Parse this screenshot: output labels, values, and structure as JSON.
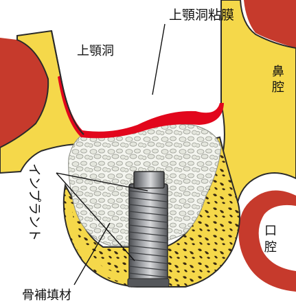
{
  "labels": {
    "maxillary_sinus_mucosa": "上顎洞粘膜",
    "maxillary_sinus": "上顎洞",
    "nasal_cavity_line1": "鼻",
    "nasal_cavity_line2": "腔",
    "implant": "インプラント",
    "oral_cavity_line1": "口",
    "oral_cavity_line2": "腔",
    "bone_graft": "骨補填材"
  },
  "colors": {
    "cortical_bone": "#f5d84a",
    "bone_outline": "#2a2a2a",
    "soft_tissue": "#c63a2c",
    "mucosa": "#e2061c",
    "graft_granules": "#e9ebe4",
    "cancellous_bone": "#3a2a12",
    "implant_metal": "#6e7074"
  }
}
